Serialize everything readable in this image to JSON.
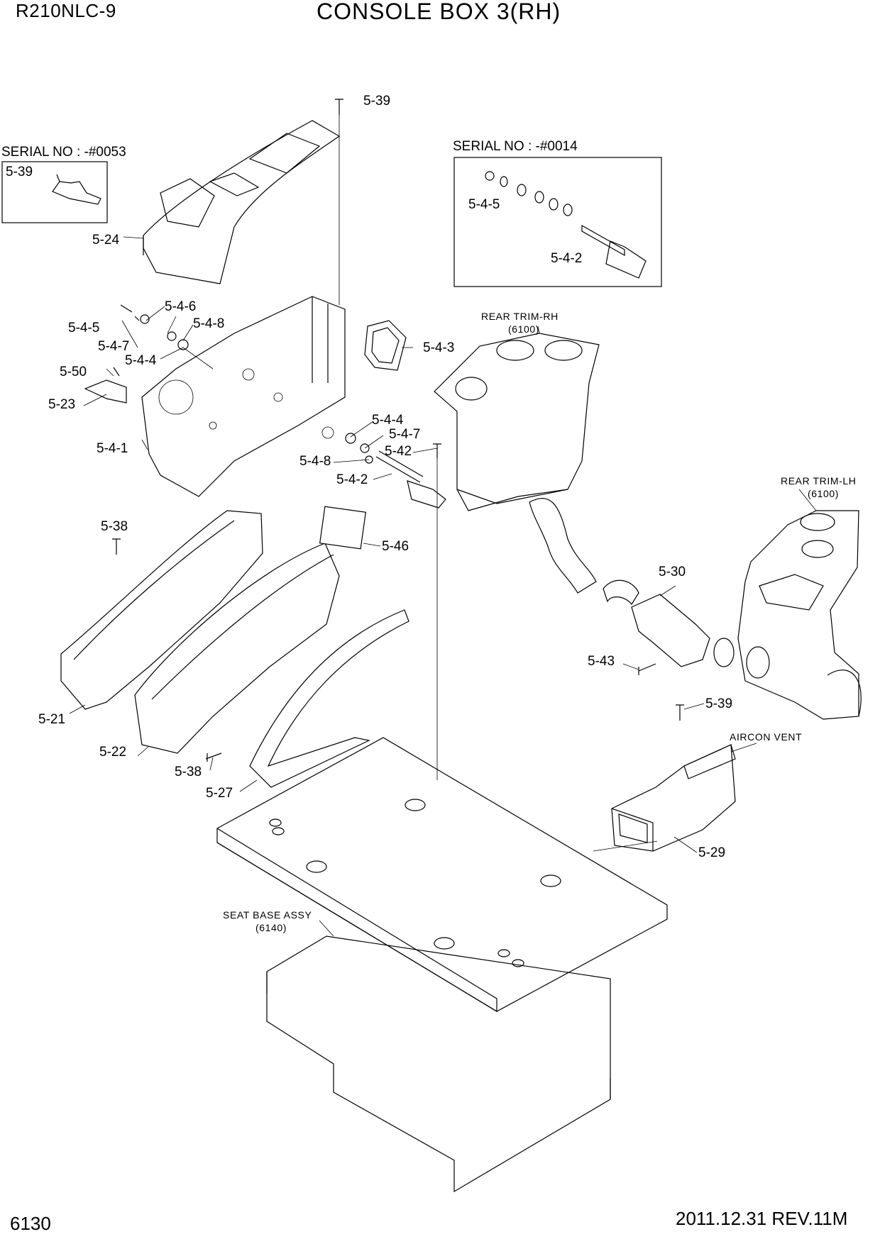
{
  "header": {
    "model": "R210NLC-9",
    "title": "CONSOLE BOX 3(RH)"
  },
  "footer": {
    "page_number": "6130",
    "revision": "2011.12.31  REV.11M"
  },
  "serial_notes": {
    "left": "SERIAL NO : -#0053",
    "right": "SERIAL NO : -#0014"
  },
  "reference_labels": {
    "rear_trim_rh": [
      "REAR TRIM-RH",
      "(6100)"
    ],
    "rear_trim_lh": [
      "REAR TRIM-LH",
      "(6100)"
    ],
    "aircon_vent": "AIRCON VENT",
    "seat_base": [
      "SEAT BASE ASSY",
      "(6140)"
    ]
  },
  "part_callouts": [
    "5-39",
    "5-39",
    "5-24",
    "5-4-5",
    "5-4-2",
    "5-4-6",
    "5-4-5",
    "5-4-8",
    "5-4-7",
    "5-4-3",
    "5-4-4",
    "5-50",
    "5-23",
    "5-4-4",
    "5-4-7",
    "5-42",
    "5-4-8",
    "5-4-1",
    "5-4-2",
    "5-38",
    "5-46",
    "5-30",
    "5-43",
    "5-21",
    "5-39",
    "5-22",
    "5-38",
    "5-27",
    "5-29"
  ]
}
